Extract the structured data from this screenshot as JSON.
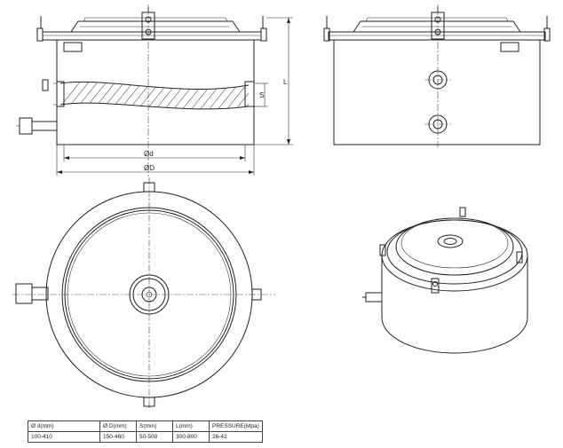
{
  "dimensions": {
    "inner_diameter": "Ød",
    "outer_diameter": "ØD",
    "stroke": "S",
    "length": "L"
  },
  "spec_table": {
    "headers": [
      "Ø d(mm)",
      "Ø D(mm)",
      "S(mm)",
      "L(mm)",
      "PRESSURE(Mpa)"
    ],
    "rows": [
      [
        "100-410",
        "150-460",
        "50-500",
        "300-800",
        "26-42"
      ]
    ]
  },
  "colors": {
    "line": "#222222",
    "background": "#ffffff"
  },
  "views": [
    "front-section-view",
    "side-view",
    "top-view",
    "isometric-view"
  ]
}
